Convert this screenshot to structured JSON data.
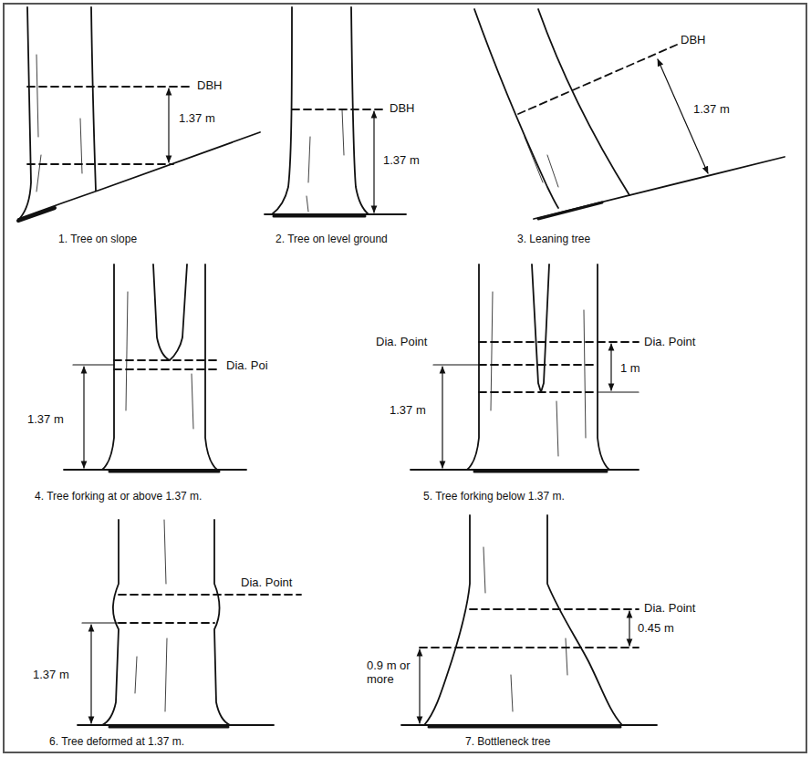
{
  "diagram": {
    "labels": [
      "DBH",
      "1.37 m",
      "1. Tree on slope",
      "DBH",
      "1.37 m",
      "2. Tree on level ground",
      "DBH",
      "1.37 m",
      "3. Leaning tree",
      "1.37 m",
      "Dia. Poi",
      "4. Tree forking at or above 1.37 m.",
      "Dia. Point",
      "Dia. Point",
      "1 m",
      "1.37 m",
      "5. Tree forking below 1.37 m.",
      "Dia. Point",
      "1.37 m",
      "6. Tree deformed at 1.37 m.",
      "Dia. Point",
      "0.45 m",
      "0.9 m or more",
      "7. Bottleneck tree"
    ]
  }
}
